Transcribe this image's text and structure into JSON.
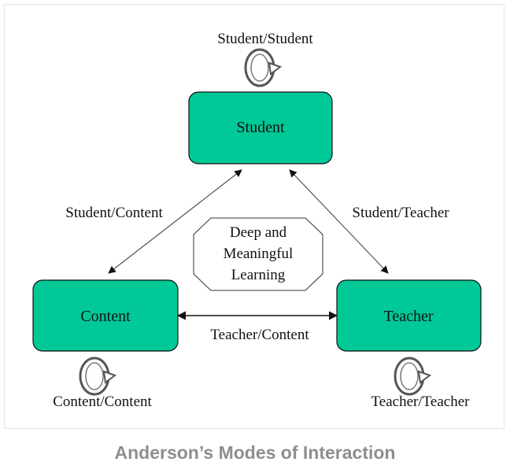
{
  "diagram": {
    "nodes": {
      "student": "Student",
      "content": "Content",
      "teacher": "Teacher"
    },
    "edges": {
      "student_content": "Student/Content",
      "student_teacher": "Student/Teacher",
      "teacher_content": "Teacher/Content"
    },
    "self_loops": {
      "student_student": "Student/Student",
      "content_content": "Content/Content",
      "teacher_teacher": "Teacher/Teacher"
    },
    "center": {
      "line1": "Deep and",
      "line2": "Meaningful",
      "line3": "Learning"
    }
  },
  "caption": "Anderson’s Modes of Interaction",
  "colors": {
    "node_fill": "#00c897",
    "edge": "#555555"
  }
}
